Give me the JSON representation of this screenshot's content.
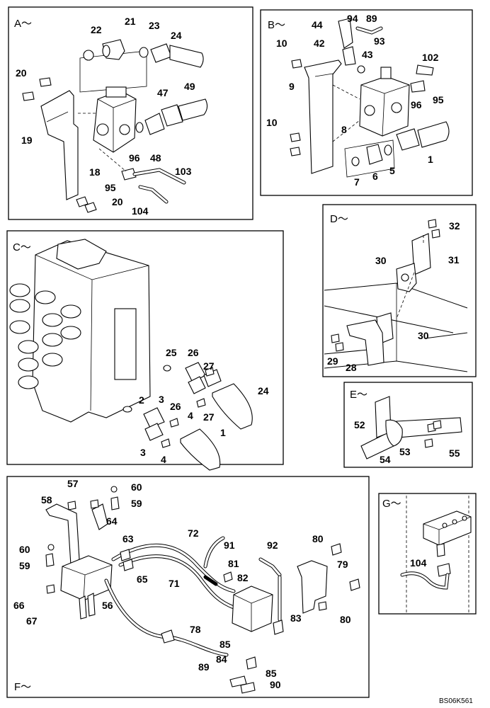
{
  "drawing_code": "BS06K561",
  "panels": [
    {
      "id": "A",
      "label": "A～",
      "callouts": [
        "22",
        "21",
        "23",
        "24",
        "20",
        "47",
        "49",
        "19",
        "18",
        "96",
        "48",
        "95",
        "103",
        "20",
        "104"
      ]
    },
    {
      "id": "B",
      "label": "B～",
      "callouts": [
        "44",
        "94",
        "89",
        "93",
        "10",
        "42",
        "43",
        "102",
        "9",
        "95",
        "96",
        "8",
        "10",
        "1",
        "7",
        "6",
        "5"
      ]
    },
    {
      "id": "C",
      "label": "C～",
      "callouts": [
        "25",
        "26",
        "27",
        "24",
        "2",
        "3",
        "26",
        "4",
        "27",
        "3",
        "4",
        "1"
      ]
    },
    {
      "id": "D",
      "label": "D～",
      "callouts": [
        "32",
        "30",
        "31",
        "30",
        "29",
        "28"
      ]
    },
    {
      "id": "E",
      "label": "E～",
      "callouts": [
        "52",
        "55",
        "54",
        "53"
      ]
    },
    {
      "id": "F",
      "label": "F～",
      "callouts": [
        "57",
        "60",
        "58",
        "59",
        "64",
        "72",
        "91",
        "92",
        "80",
        "63",
        "81",
        "60",
        "82",
        "79",
        "59",
        "65",
        "71",
        "66",
        "56",
        "83",
        "80",
        "67",
        "78",
        "85",
        "84",
        "89",
        "85",
        "90"
      ]
    },
    {
      "id": "G",
      "label": "G～",
      "callouts": [
        "104"
      ]
    }
  ]
}
